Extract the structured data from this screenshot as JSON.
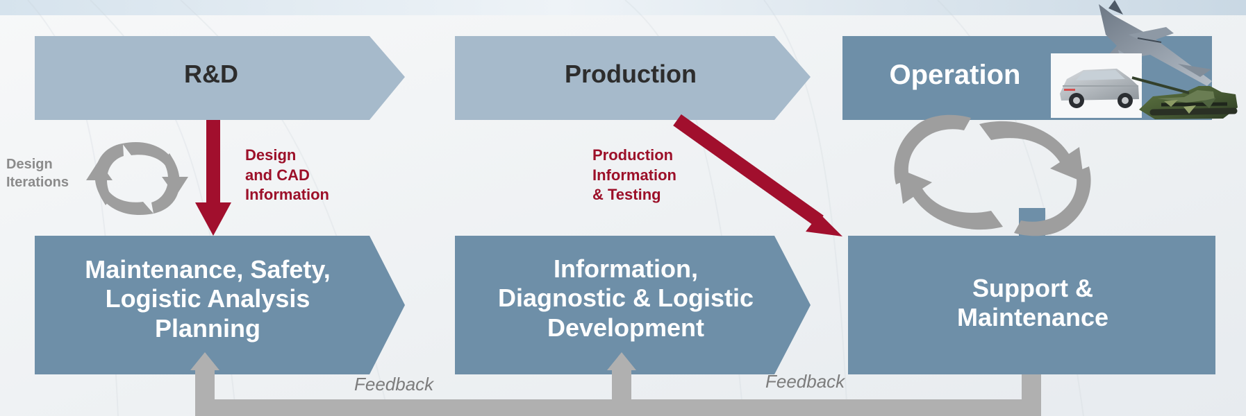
{
  "top_row": {
    "rnd": "R&D",
    "production": "Production",
    "operation": "Operation"
  },
  "bottom_row": {
    "maintenance": "Maintenance, Safety,\nLogistic Analysis\nPlanning",
    "information": "Information,\nDiagnostic & Logistic\nDevelopment",
    "support": "Support &\nMaintenance"
  },
  "annotations": {
    "design_iterations": "Design\nIterations",
    "design_cad": "Design\nand CAD\nInformation",
    "production_info": "Production\nInformation\n& Testing",
    "feedback_left": "Feedback",
    "feedback_right": "Feedback"
  },
  "colors": {
    "top_light": "#a6bacb",
    "top_dark": "#6e8fa8",
    "bottom": "#6e8fa8",
    "arrow_red": "#a10f2d",
    "loop_gray": "#9e9e9e",
    "feedback_gray": "#b0b0b0"
  },
  "images": {
    "operation": [
      "fighter-jet",
      "suv",
      "tank"
    ]
  }
}
